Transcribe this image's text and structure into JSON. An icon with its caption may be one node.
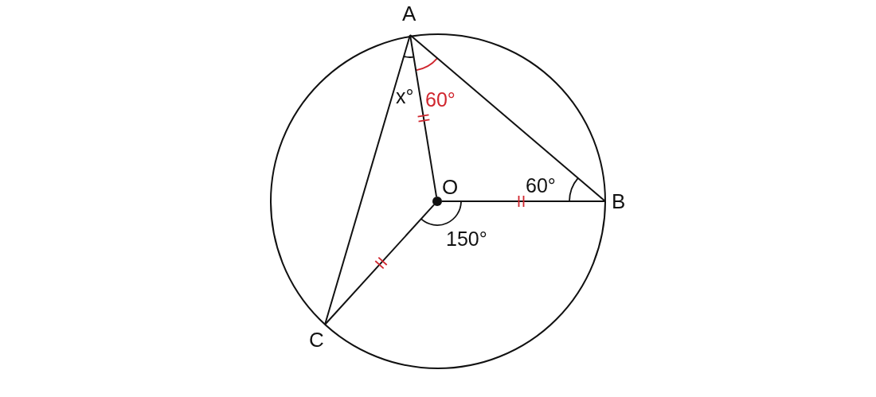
{
  "diagram": {
    "nodes": [
      {
        "text": [
          "A"
        ]
      },
      {
        "text": [
          "O"
        ]
      },
      {
        "text": [
          "B"
        ]
      },
      {
        "text": [
          "C"
        ]
      }
    ],
    "edges": [
      {
        "from": 0,
        "to": 2,
        "arrow": "none"
      },
      {
        "from": 0,
        "to": 3,
        "arrow": "none"
      },
      {
        "from": 0,
        "to": 1,
        "arrow": "none"
      },
      {
        "from": 1,
        "to": 2,
        "arrow": "none"
      },
      {
        "from": 1,
        "to": 3,
        "arrow": "none"
      }
    ],
    "labels": [
      "x°",
      "60°",
      "60°",
      "150°"
    ]
  }
}
